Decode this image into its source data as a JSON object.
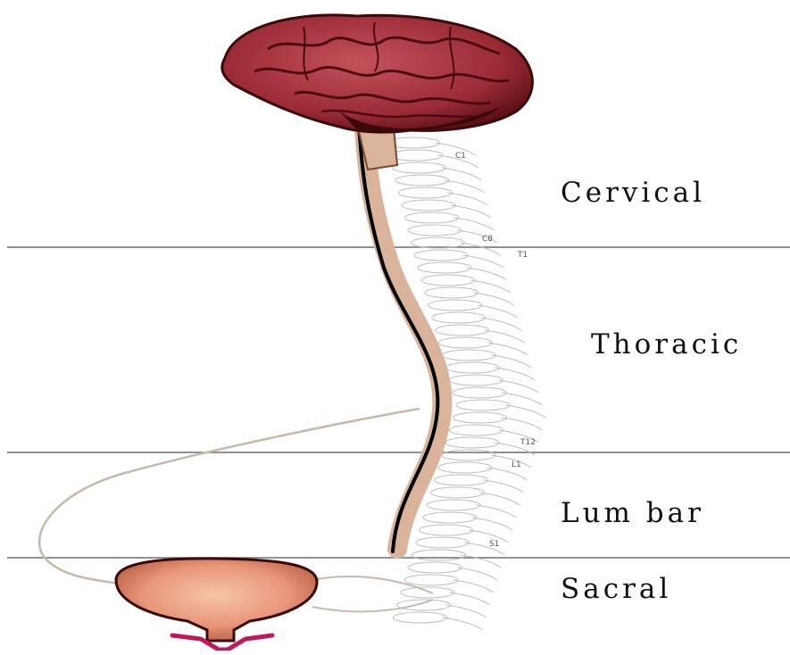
{
  "regions": [
    {
      "name": "Cervical"
    },
    {
      "name": "Thoracic"
    },
    {
      "name": "Lumbar",
      "display": "Lum bar"
    },
    {
      "name": "Sacral"
    }
  ],
  "vertebra_markers": [
    "C1",
    "C8",
    "T1",
    "T12",
    "L1",
    "S1"
  ],
  "colors": {
    "brain": "#a8323c",
    "brain_dark": "#5a0f14",
    "cord": "#000000",
    "cord_sheath": "#d9b49a",
    "bladder": "#e9967a",
    "bladder_outline": "#3a0a0a",
    "nerve": "#c9b8a4",
    "divider": "#6e6e6e",
    "vertebrae": "#c8c8c8"
  }
}
